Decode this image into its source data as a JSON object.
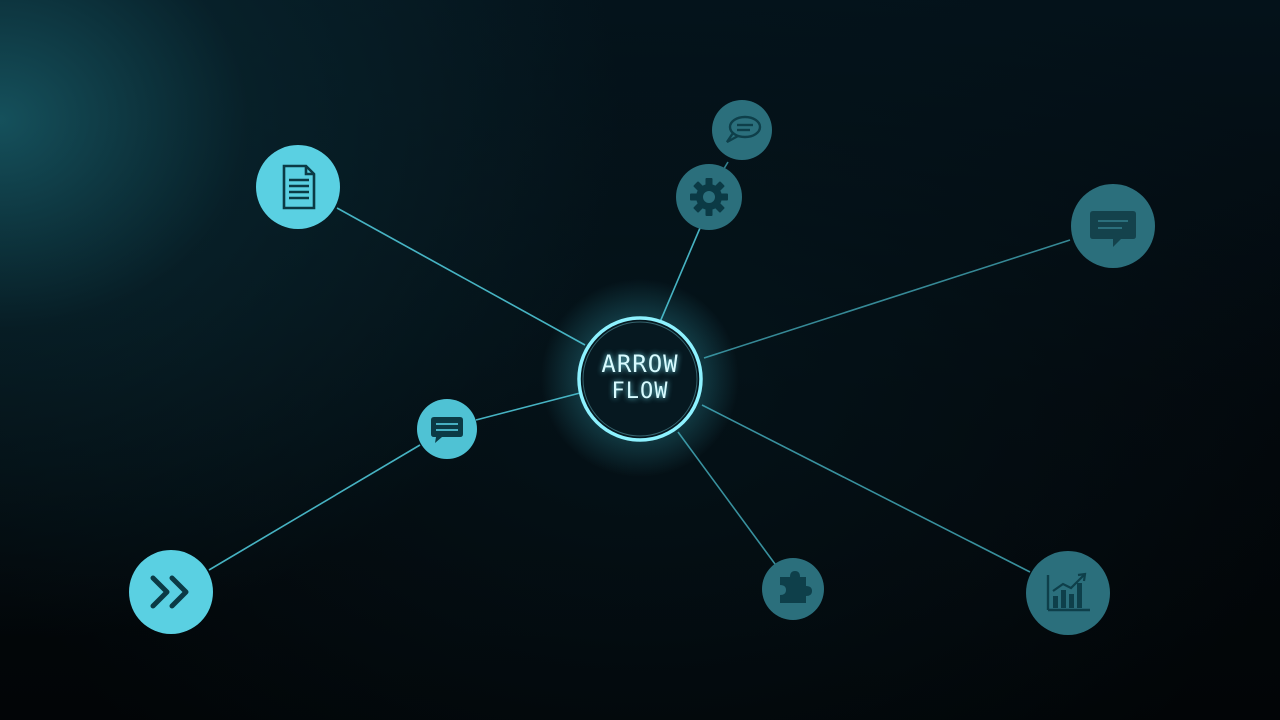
{
  "diagram": {
    "hub": {
      "line1": "ARROW",
      "line2": "FLOW"
    },
    "nodes": [
      {
        "id": "document",
        "icon": "document-icon",
        "tone": "bright"
      },
      {
        "id": "chat-top",
        "icon": "speech-bubble-icon",
        "tone": "dim"
      },
      {
        "id": "settings",
        "icon": "gear-icon",
        "tone": "dim"
      },
      {
        "id": "message-right",
        "icon": "message-icon",
        "tone": "dim"
      },
      {
        "id": "chat-left",
        "icon": "chat-icon",
        "tone": "bright"
      },
      {
        "id": "forward",
        "icon": "double-chevron-right-icon",
        "tone": "bright"
      },
      {
        "id": "puzzle",
        "icon": "puzzle-icon",
        "tone": "dim"
      },
      {
        "id": "analytics",
        "icon": "bar-chart-icon",
        "tone": "dim"
      }
    ],
    "colors": {
      "bright_node": "#5ad0e2",
      "dim_node": "#2b6f7c",
      "icon_dark": "#0b3a45",
      "connector": "#4fc6d6",
      "hub_ring": "#8ef2ff"
    }
  }
}
